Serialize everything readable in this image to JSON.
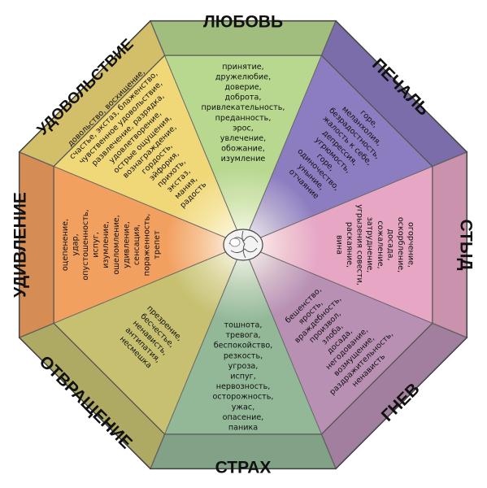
{
  "sectors": [
    {
      "key": "love",
      "label": "ЛЮБОВЬ",
      "color": "#b8d890",
      "emotions": [
        "принятие,",
        "дружелюбие,",
        "доверие,",
        "доброта,",
        "привлекательность,",
        "преданность,",
        "эрос,",
        "увлечение,",
        "обожание,",
        "изумление"
      ]
    },
    {
      "key": "sadness",
      "label": "ПЕЧАЛЬ",
      "color": "#8c7cc0",
      "emotions": [
        "горе,",
        "меланхолия,",
        "безрадостность,",
        "жалость к себе,",
        "депрессия,",
        "угрюмость,",
        "горе,",
        "одиночество,",
        "уныние,",
        "отчаяние"
      ]
    },
    {
      "key": "shame",
      "label": "СТЫД",
      "color": "#e6a6c4",
      "emotions": [
        "огорчение,",
        "оскорбление,",
        "досада,",
        "сожаление,",
        "затруднение,",
        "угрызения совести,",
        "раскаяние,",
        "вина"
      ]
    },
    {
      "key": "anger",
      "label": "ГНЕВ",
      "color": "#b890b4",
      "emotions": [
        "бешенство,",
        "ярость,",
        "враждебность,",
        "произвол,",
        "злоба,",
        "досада,",
        "негодование,",
        "возмущение,",
        "раздражительность,",
        "ненависть"
      ]
    },
    {
      "key": "fear",
      "label": "СТРАХ",
      "color": "#93b898",
      "emotions": [
        "тошнота,",
        "тревога,",
        "беспокойство,",
        "резкость,",
        "угроза,",
        "испуг,",
        "нервозность,",
        "осторожность,",
        "ужас,",
        "опасение,",
        "паника"
      ]
    },
    {
      "key": "disgust",
      "label": "ОТВРАЩЕНИЕ",
      "color": "#c6c070",
      "emotions": [
        "презрение,",
        "бесчестье,",
        "ненависть,",
        "антипатия,",
        "несмешка"
      ]
    },
    {
      "key": "surprise",
      "label": "УДИВЛЕНИЕ",
      "color": "#f2a060",
      "emotions": [
        "оцепенение,",
        "удар,",
        "опустошенность,",
        "испуг,",
        "изумление,",
        "ошеломление,",
        "удивление,",
        "сенсация,",
        "пораженность,",
        "трепет"
      ]
    },
    {
      "key": "pleasure",
      "label": "УДОВОЛЬСТВИЕ",
      "color": "#f0d878",
      "emotions": [
        "довольство, восхищение,",
        "счастье, экстаз, блаженство,",
        "чувственное удовольствие,",
        "развлечение, разрядка,",
        "удовлетворение,",
        "острые ощущения,",
        "вознаграждение,",
        "гордость,",
        "эйфория,",
        "прихоть,",
        "экстаз,",
        "мания,",
        "радость"
      ]
    }
  ]
}
